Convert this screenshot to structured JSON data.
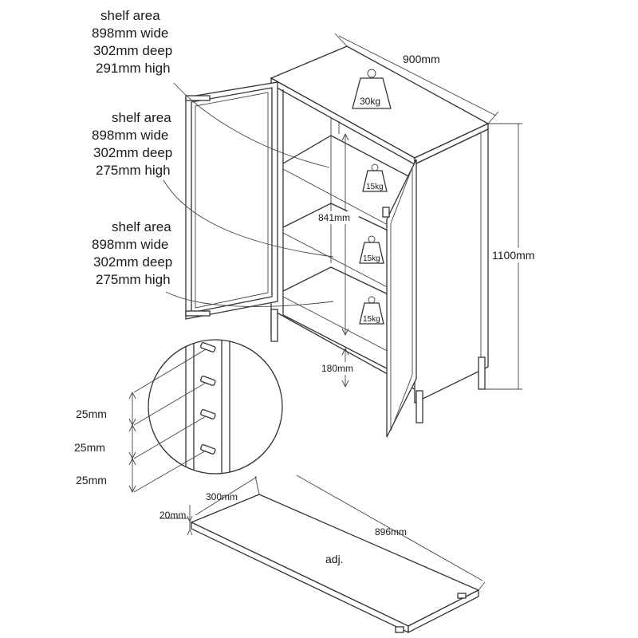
{
  "shelf_labels": [
    {
      "title": "shelf area",
      "wide": "898mm wide",
      "deep": "302mm deep",
      "high": "291mm high"
    },
    {
      "title": "shelf area",
      "wide": "898mm wide",
      "deep": "302mm deep",
      "high": "275mm high"
    },
    {
      "title": "shelf area",
      "wide": "898mm wide",
      "deep": "302mm deep",
      "high": "275mm high"
    }
  ],
  "dimensions": {
    "width": "900mm",
    "height": "1100mm",
    "inner_height": "841mm",
    "leg_height": "180mm",
    "pitch": [
      "25mm",
      "25mm",
      "25mm"
    ],
    "shelf_thickness": "20mm",
    "shelf_depth": "300mm",
    "shelf_length": "896mm",
    "shelf_note": "adj."
  },
  "loads": {
    "top": "30kg",
    "shelf_1": "15kg",
    "shelf_2": "15kg",
    "shelf_3": "15kg"
  },
  "colors": {
    "line": "#333333",
    "background": "#ffffff"
  }
}
